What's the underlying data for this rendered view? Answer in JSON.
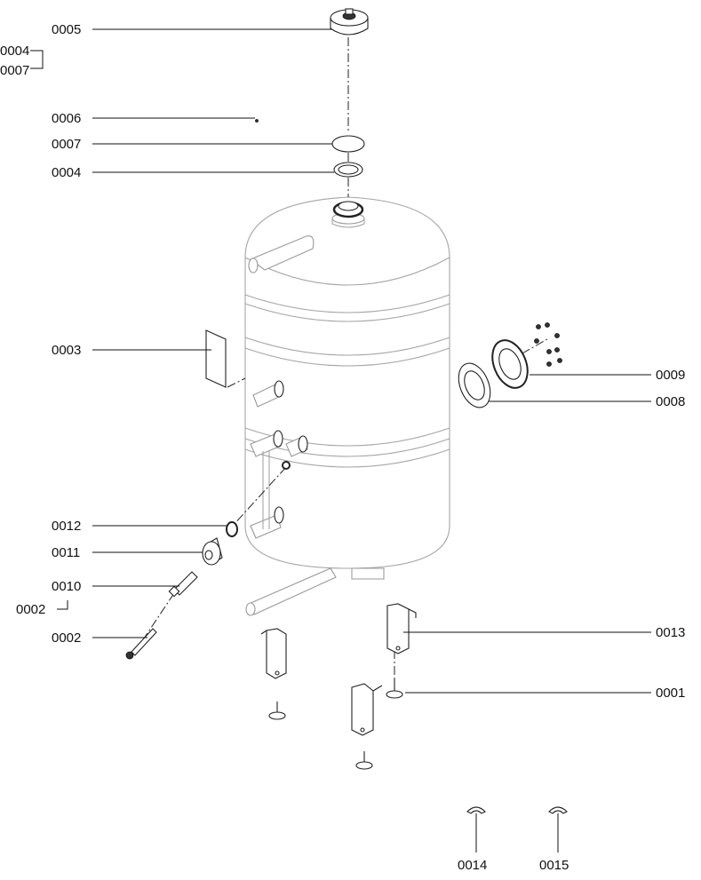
{
  "labels": {
    "p0001": "0001",
    "p0002": "0002",
    "p0002_sub": "0002",
    "p0003": "0003",
    "p0004": "0004",
    "p0004_top": "0004",
    "p0005": "0005",
    "p0006": "0006",
    "p0007": "0007",
    "p0007_top": "0007",
    "p0008": "0008",
    "p0009": "0009",
    "p0010": "0010",
    "p0011": "0011",
    "p0012": "0012",
    "p0013": "0013",
    "p0014": "0014",
    "p0015": "0015"
  }
}
